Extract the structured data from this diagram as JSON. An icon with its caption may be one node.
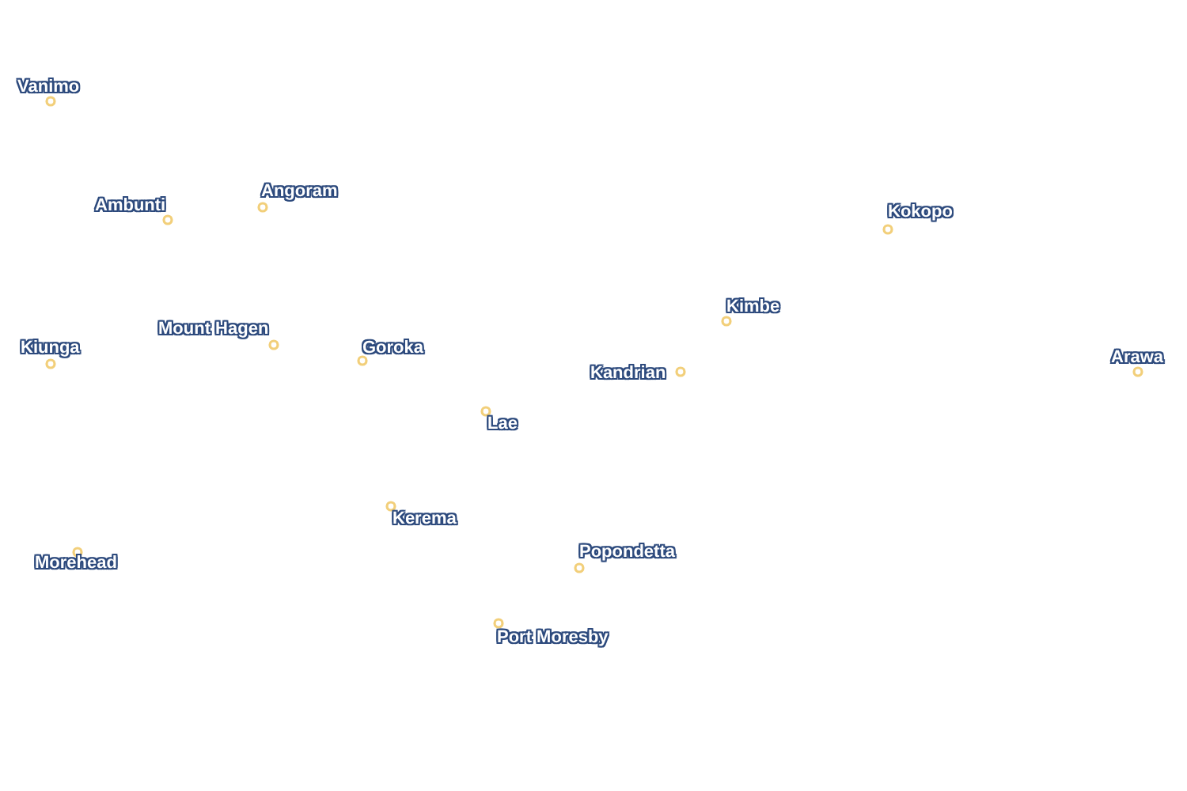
{
  "diagram": {
    "labels": [
      "Vanimo",
      "Angoram",
      "Ambunti",
      "Kokopo",
      "Kimbe",
      "Mount Hagen",
      "Kiunga",
      "Goroka",
      "Arawa",
      "Kandrian",
      "Lae",
      "Kerema",
      "Popondetta",
      "Morehead",
      "Port Moresby"
    ]
  }
}
